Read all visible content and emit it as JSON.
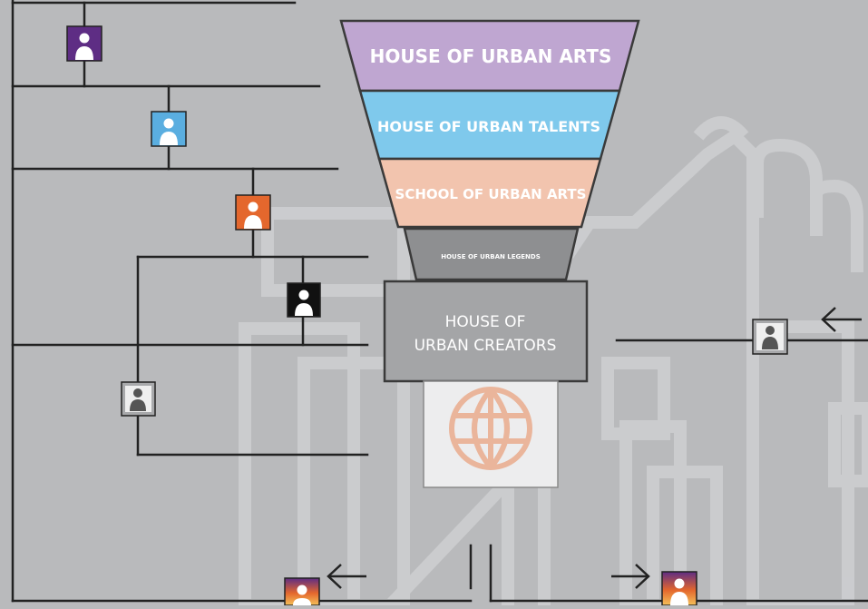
{
  "funnel": {
    "level1": {
      "label": "HOUSE OF URBAN ARTS",
      "color": "#bfa6d1"
    },
    "level2": {
      "label": "HOUSE OF URBAN TALENTS",
      "color": "#7fc9ec"
    },
    "level3": {
      "label": "SCHOOL OF URBAN ARTS",
      "color": "#f2c4ae"
    },
    "level4": {
      "label": "HOUSE OF URBAN LEGENDS",
      "color": "#8e8f91"
    }
  },
  "creators": {
    "line1": "HOUSE OF",
    "line2": "URBAN CREATORS",
    "fill": "#a4a5a7"
  },
  "globe": {
    "icon": "globe-icon",
    "color": "#eab59b"
  },
  "arrows": {
    "right_top": "arrow-left-icon",
    "bottom_left": "arrow-left-icon",
    "bottom_right": "arrow-right-icon"
  },
  "person_icons": [
    {
      "icon": "person-icon",
      "color": "#5e2d84"
    },
    {
      "icon": "person-icon",
      "color": "#5aaee0"
    },
    {
      "icon": "person-icon",
      "color": "#e4672d"
    },
    {
      "icon": "person-icon",
      "color": "#111111"
    },
    {
      "icon": "person-icon",
      "color": "#a8a9ab"
    },
    {
      "icon": "person-icon",
      "color": "#a8a9ab"
    },
    {
      "icon": "person-icon",
      "color": "gradient"
    },
    {
      "icon": "person-icon",
      "color": "gradient"
    }
  ]
}
